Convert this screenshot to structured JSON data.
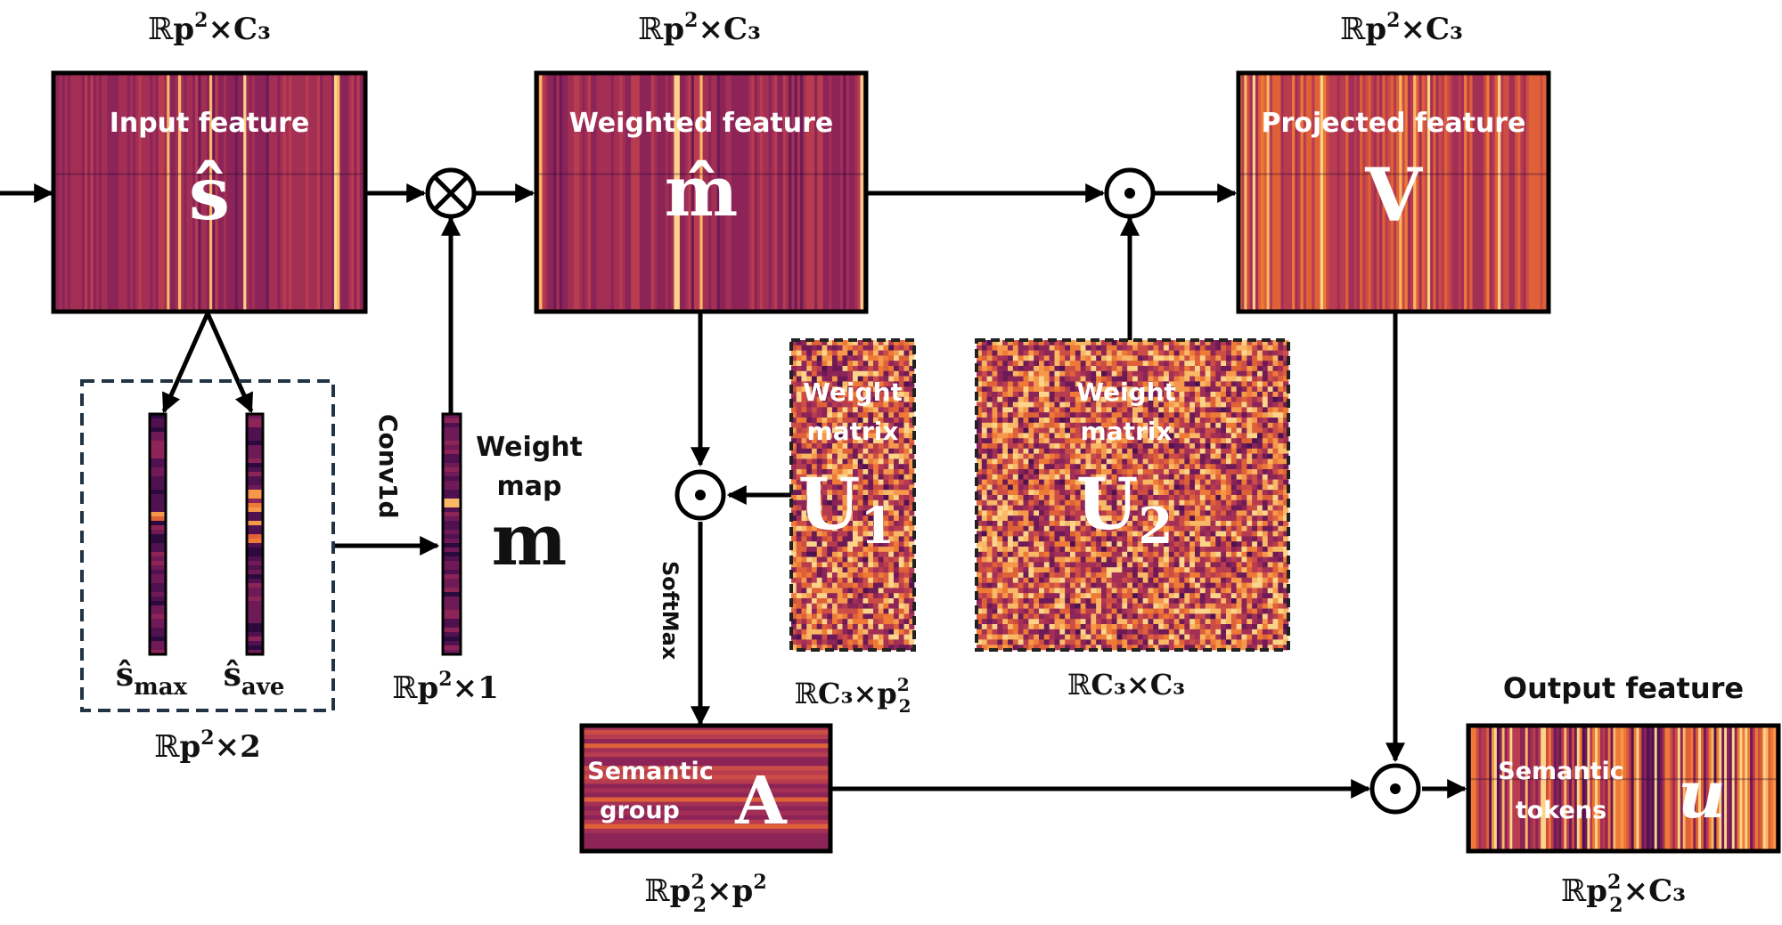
{
  "blocks": {
    "input": {
      "title": "Input feature",
      "symbol": "ŝ",
      "dim_base": "p",
      "dim_sup": "2",
      "dim_tail": "×C₃"
    },
    "weighted": {
      "title": "Weighted feature",
      "symbol": "m̂",
      "dim_base": "p",
      "dim_sup": "2",
      "dim_tail": "×C₃"
    },
    "projected": {
      "title": "Projected feature",
      "symbol": "V",
      "dim_base": "p",
      "dim_sup": "2",
      "dim_tail": "×C₃"
    },
    "u1": {
      "title_line1": "Weight",
      "title_line2": "matrix",
      "symbol": "U",
      "symbol_sub": "1",
      "dim_base": "C₃×p",
      "dim_sup": "2",
      "dim_sub": "2"
    },
    "u2": {
      "title_line1": "Weight",
      "title_line2": "matrix",
      "symbol": "U",
      "symbol_sub": "2",
      "dim": "C₃×C₃"
    },
    "semantic_group": {
      "line1": "Semantic",
      "line2": "group",
      "symbol": "A",
      "dim_base": "p",
      "dim_sup": "2",
      "dim_sub": "2",
      "dim_tail": "×p",
      "dim_tail_sup": "2"
    },
    "output": {
      "heading": "Output feature",
      "line1": "Semantic",
      "line2": "tokens",
      "symbol": "u",
      "dim_base": "p",
      "dim_sup": "2",
      "dim_sub": "2",
      "dim_tail": "×C₃"
    }
  },
  "pooling": {
    "max_label": "ŝ",
    "max_sub": "max",
    "ave_label": "ŝ",
    "ave_sub": "ave",
    "dim_base": "p",
    "dim_sup": "2",
    "dim_tail": "×2"
  },
  "weight_map": {
    "line1": "Weight",
    "line2": "map",
    "symbol": "m",
    "dim_base": "p",
    "dim_sup": "2",
    "dim_tail": "×1"
  },
  "ops": {
    "conv": "Conv1d",
    "softmax": "SoftMax"
  },
  "real_symbol": "ℝ",
  "colors": {
    "feature_base": "#a3244c",
    "feature_bright": "#f4845a",
    "feature_dark": "#3b0f4f",
    "heat_low": "#2a0a3a",
    "heat_high": "#fbd28a"
  }
}
